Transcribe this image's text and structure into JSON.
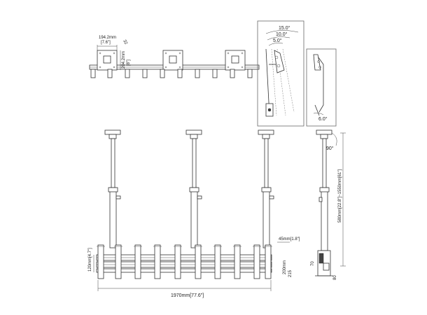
{
  "top_view": {
    "dim_width": "194.2mm",
    "dim_width_in": "[7.6\"]",
    "dim_height": "204.2mm",
    "dim_height_in": "[8\"]",
    "dim_small": "32"
  },
  "tilt_detail": {
    "angle_1": "15.0°",
    "angle_2": "10.0°",
    "angle_3": "5.0°"
  },
  "tilt_detail_small": {
    "angle": "6.0°"
  },
  "side_view": {
    "angle": "90°",
    "height_range": "580mm[22.8\"]~1550mm[61\"]",
    "dim_small_1": "70",
    "dim_small_2": "80"
  },
  "front_view": {
    "overall_width": "1970mm[77.6\"]",
    "rail_height": "120mm[4.7\"]",
    "arm_width": "45mm[1.8\"]",
    "offset_1": "200mm",
    "offset_2": "215"
  }
}
